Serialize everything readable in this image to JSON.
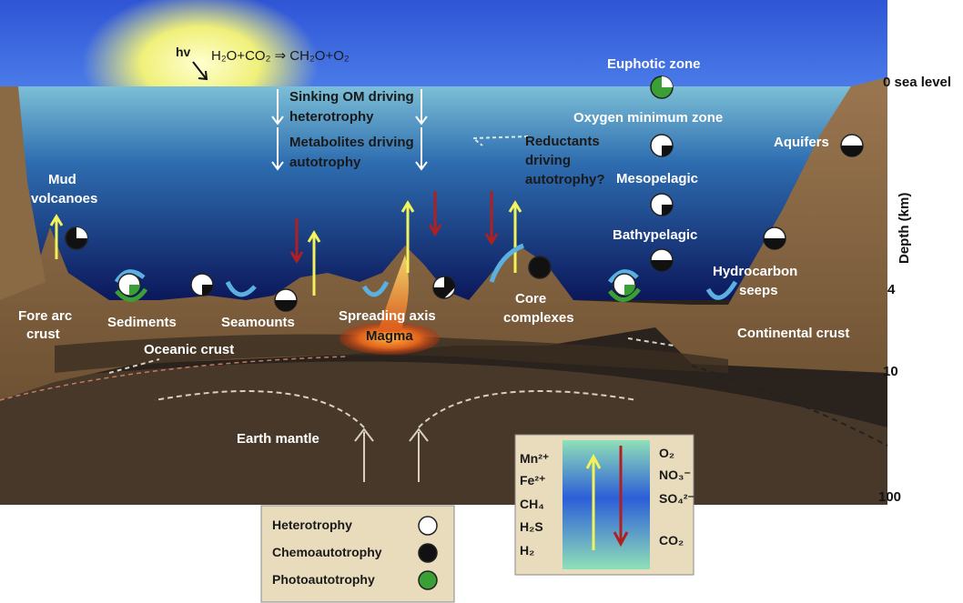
{
  "diagram": {
    "formula": {
      "hv": "hv",
      "reaction": "H₂O+CO₂ ⇒ CH₂O+O₂"
    },
    "labels": {
      "sinking_om": "Sinking OM driving",
      "heterotrophy": "heterotrophy",
      "metabolites": "Metabolites driving",
      "autotrophy": "autotrophy",
      "reductants_1": "Reductants",
      "reductants_2": "driving",
      "reductants_3": "autotrophy?",
      "euphotic": "Euphotic zone",
      "omz": "Oxygen minimum zone",
      "mesopelagic": "Mesopelagic",
      "bathypelagic": "Bathypelagic",
      "aquifers": "Aquifers",
      "mud_1": "Mud",
      "mud_2": "volcanoes",
      "hydrocarbon_1": "Hydrocarbon",
      "hydrocarbon_2": "seeps",
      "fore_arc_1": "Fore arc",
      "fore_arc_2": "crust",
      "sediments": "Sediments",
      "seamounts": "Seamounts",
      "spreading": "Spreading axis",
      "magma": "Magma",
      "core_1": "Core",
      "core_2": "complexes",
      "continental": "Continental crust",
      "oceanic": "Oceanic crust",
      "mantle": "Earth mantle"
    },
    "depth_axis": {
      "title": "Depth (km)",
      "ticks": [
        "0 sea level",
        "4",
        "10",
        "100"
      ]
    },
    "legend": {
      "items": [
        {
          "label": "Heterotrophy",
          "color": "#ffffff"
        },
        {
          "label": "Chemoautotrophy",
          "color": "#111111"
        },
        {
          "label": "Photoautotrophy",
          "color": "#3aa035"
        }
      ]
    },
    "redox": {
      "left": [
        "Mn²⁺",
        "Fe²⁺",
        "CH₄",
        "H₂S",
        "H₂"
      ],
      "right": [
        "O₂",
        "NO₃⁻",
        "SO₄²⁻",
        "CO₂"
      ]
    },
    "colors": {
      "sky_top": "#2f55d6",
      "sun": "#f7f29a",
      "ocean_surface": "#6fb7d3",
      "ocean_deep": "#0b1a66",
      "crust": "#8a6a45",
      "mantle": "#2a221c",
      "magma": "#e0641c",
      "arrow_up": "#f2f25a",
      "arrow_down": "#b02020",
      "legend_bg": "#e8dcbc"
    }
  }
}
